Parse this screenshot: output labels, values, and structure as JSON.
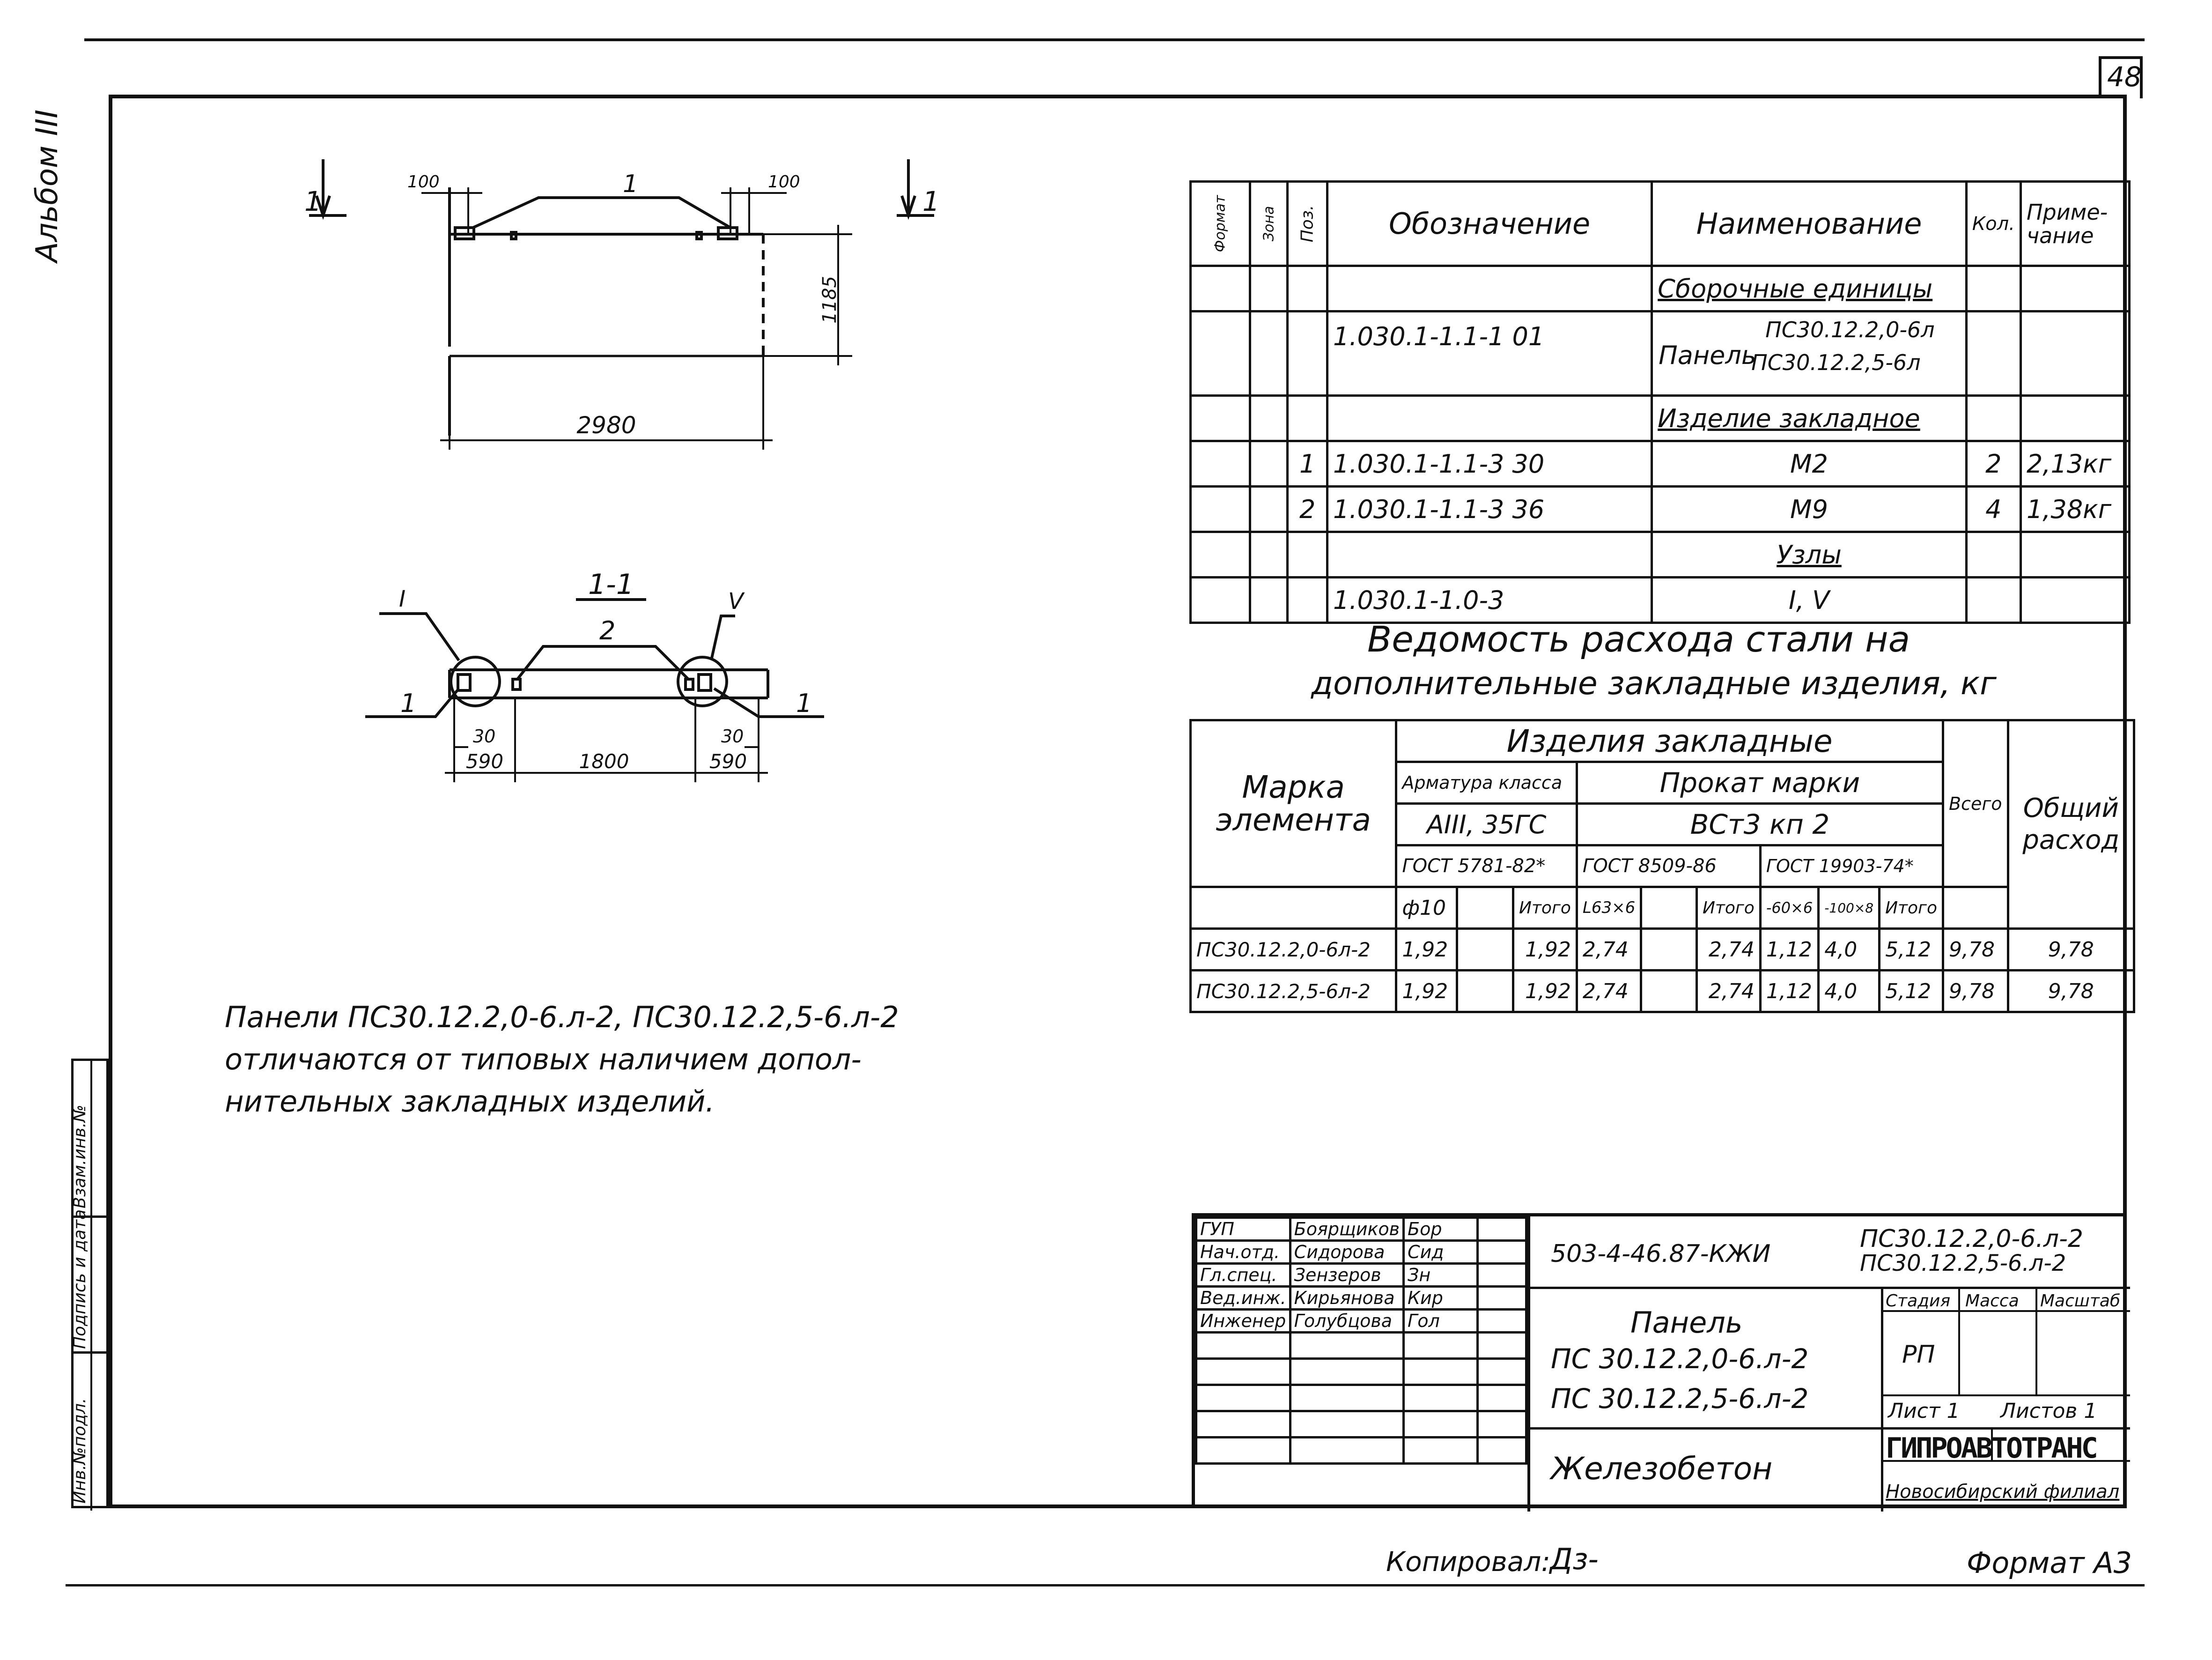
{
  "sheet": {
    "page_number": "48",
    "album": "Альбом III",
    "copied_by_label": "Копировал:",
    "copied_by_sign": "Дз-",
    "format": "Формат А3"
  },
  "side_stamp": [
    "Инв.№подл.",
    "Подпись и дата",
    "Взам.инв.№"
  ],
  "plan": {
    "section_mark_left": "1",
    "section_mark_right": "1",
    "dim_left": "100",
    "dim_right": "100",
    "pos_label": "1",
    "dim_height": "1185",
    "dim_width": "2980"
  },
  "section": {
    "title": "1-1",
    "node_left": "I",
    "node_right": "V",
    "pos_2": "2",
    "pos_1_left": "1",
    "pos_1_right": "1",
    "dim_30_left": "30",
    "dim_30_right": "30",
    "dim_590_left": "590",
    "dim_1800": "1800",
    "dim_590_right": "590"
  },
  "note": [
    "Панели ПС30.12.2,0-6.л-2, ПС30.12.2,5-6.л-2",
    "отличаются от типовых наличием допол-",
    "нительных закладных изделий."
  ],
  "spec_table": {
    "headers": {
      "format": "Формат",
      "zone": "Зона",
      "pos": "Поз.",
      "designation": "Обозначение",
      "name": "Наименование",
      "qty": "Кол.",
      "note_1": "Приме-",
      "note_2": "чание"
    },
    "rows": [
      {
        "pos": "",
        "designation": "",
        "name": "Сборочные единицы",
        "qty": "",
        "note": ""
      },
      {
        "pos": "",
        "designation": "1.030.1-1.1-1 01",
        "name_prefix": "Панель",
        "name_line1": "ПС30.12.2,0-6л",
        "name_line2": "ПС30.12.2,5-6л",
        "qty": "",
        "note": ""
      },
      {
        "pos": "",
        "designation": "",
        "name": "Изделие закладное",
        "qty": "",
        "note": ""
      },
      {
        "pos": "1",
        "designation": "1.030.1-1.1-3 30",
        "name": "М2",
        "qty": "2",
        "note": "2,13кг"
      },
      {
        "pos": "2",
        "designation": "1.030.1-1.1-3 36",
        "name": "М9",
        "qty": "4",
        "note": "1,38кг"
      },
      {
        "pos": "",
        "designation": "",
        "name": "Узлы",
        "qty": "",
        "note": ""
      },
      {
        "pos": "",
        "designation": "1.030.1-1.0-3",
        "name": "I, V",
        "qty": "",
        "note": ""
      }
    ]
  },
  "steel_title": [
    "Ведомость расхода стали на",
    "дополнительные закладные изделия, кг"
  ],
  "steel_table": {
    "mark_header": [
      "Марка",
      "элемента"
    ],
    "group_header": "Изделия закладные",
    "rebar_class": "Арматура класса",
    "rebar_grade": "АIII, 35ГС",
    "rebar_gost": "ГОСТ 5781-82*",
    "rolled_header": "Прокат марки",
    "rolled_grade": "ВСт3 кп 2",
    "rolled_gost1": "ГОСТ 8509-86",
    "rolled_gost2": "ГОСТ 19903-74*",
    "total_header": "Всего",
    "overall_header": [
      "Общий",
      "расход"
    ],
    "sub_headers": [
      "ф10",
      "",
      "Итого",
      "L63×6",
      "",
      "Итого",
      "-60×6",
      "-100×8",
      "Итого"
    ],
    "rows": [
      {
        "mark": "ПС30.12.2,0-6л-2",
        "cells": [
          "1,92",
          "",
          "1,92",
          "2,74",
          "",
          "2,74",
          "1,12",
          "4,0",
          "5,12"
        ],
        "total": "9,78",
        "overall": "9,78"
      },
      {
        "mark": "ПС30.12.2,5-6л-2",
        "cells": [
          "1,92",
          "",
          "1,92",
          "2,74",
          "",
          "2,74",
          "1,12",
          "4,0",
          "5,12"
        ],
        "total": "9,78",
        "overall": "9,78"
      }
    ]
  },
  "title_block": {
    "people": [
      {
        "role": "ГУП",
        "name": "Боярщиков",
        "sign": "Бор"
      },
      {
        "role": "Нач.отд.",
        "name": "Сидорова",
        "sign": "Сид"
      },
      {
        "role": "Гл.спец.",
        "name": "Зензеров",
        "sign": "Зн"
      },
      {
        "role": "Вед.инж.",
        "name": "Кирьянова",
        "sign": "Кир"
      },
      {
        "role": "Инженер",
        "name": "Голубцова",
        "sign": "Гол"
      }
    ],
    "doc_code": "503-4-46.87-КЖИ",
    "doc_marks": [
      "ПС30.12.2,0-6.л-2",
      "ПС30.12.2,5-6.л-2"
    ],
    "item_name": [
      "Панель",
      "ПС 30.12.2,0-6.л-2",
      "ПС 30.12.2,5-6.л-2"
    ],
    "stage_label": "Стадия",
    "mass_label": "Масса",
    "scale_label": "Масштаб",
    "stage": "РП",
    "sheet_label": "Лист 1",
    "sheets_label": "Листов 1",
    "material": "Железобетон",
    "org": "ГИПРОАВТОТРАНС",
    "org_branch": "Новосибирский филиал"
  }
}
